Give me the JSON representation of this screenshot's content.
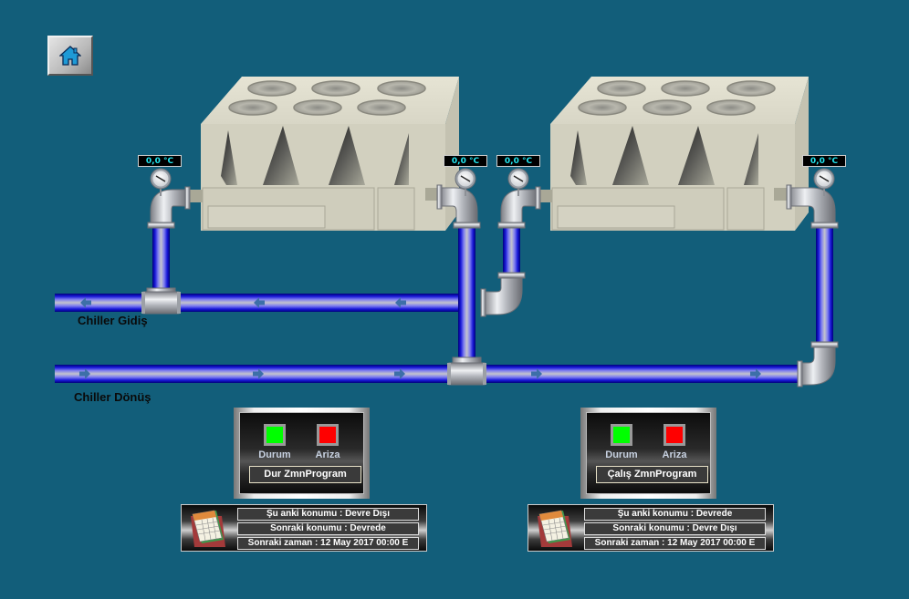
{
  "toolbar": {
    "home_icon": "home-icon"
  },
  "colors": {
    "background": "#125e7a",
    "pipe_blue": "#1b1bd0",
    "temp_text": "#22e6f0",
    "status_on": "#00ff00",
    "status_fault": "#ff0000",
    "chiller_body": "#d2d0bf"
  },
  "pipes": {
    "supply_label": "Chiller Gidiş",
    "return_label": "Chiller Dönüş"
  },
  "temperatures": {
    "chiller1_in": "0,0 °C",
    "chiller1_out": "0,0 °C",
    "chiller2_in": "0,0 °C",
    "chiller2_out": "0,0 °C"
  },
  "chillers": [
    {
      "status_label": "Durum",
      "fault_label": "Ariza",
      "status_color": "#00ff00",
      "fault_color": "#ff0000",
      "program_button": "Dur ZmnProgram",
      "schedule": {
        "current": "Şu anki konumu : Devre Dışı",
        "next": "Sonraki konumu : Devrede",
        "next_time": "Sonraki zaman : 12 May 2017 00:00 E"
      }
    },
    {
      "status_label": "Durum",
      "fault_label": "Ariza",
      "status_color": "#00ff00",
      "fault_color": "#ff0000",
      "program_button": "Çalış ZmnProgram",
      "schedule": {
        "current": "Şu anki konumu : Devrede",
        "next": "Sonraki konumu : Devre Dışı",
        "next_time": "Sonraki zaman : 12 May 2017 00:00 E"
      }
    }
  ]
}
